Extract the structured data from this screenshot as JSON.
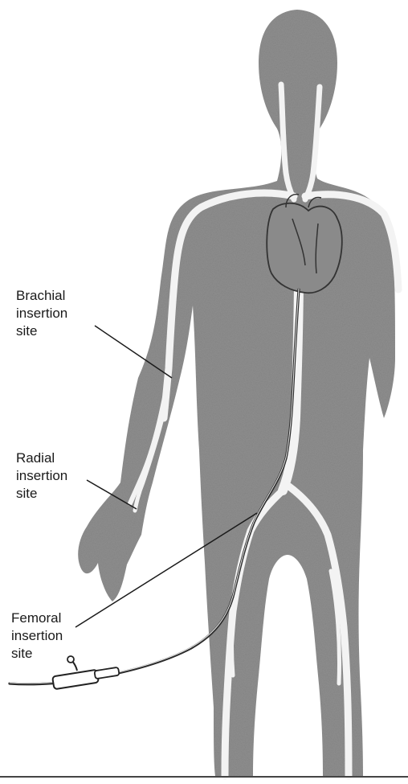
{
  "labels": {
    "brachial": [
      "Brachial",
      "insertion",
      "site"
    ],
    "radial": [
      "Radial",
      "insertion",
      "site"
    ],
    "femoral": [
      "Femoral",
      "insertion",
      "site"
    ]
  },
  "colors": {
    "body_fill": "#8d8d8d",
    "vessel": "#f2f2f2",
    "catheter": "#2a2a2a",
    "leader_line": "#1a1a1a",
    "heart": "#8a8a8a"
  },
  "icons": [
    "human-figure",
    "heart",
    "catheter-hub"
  ]
}
